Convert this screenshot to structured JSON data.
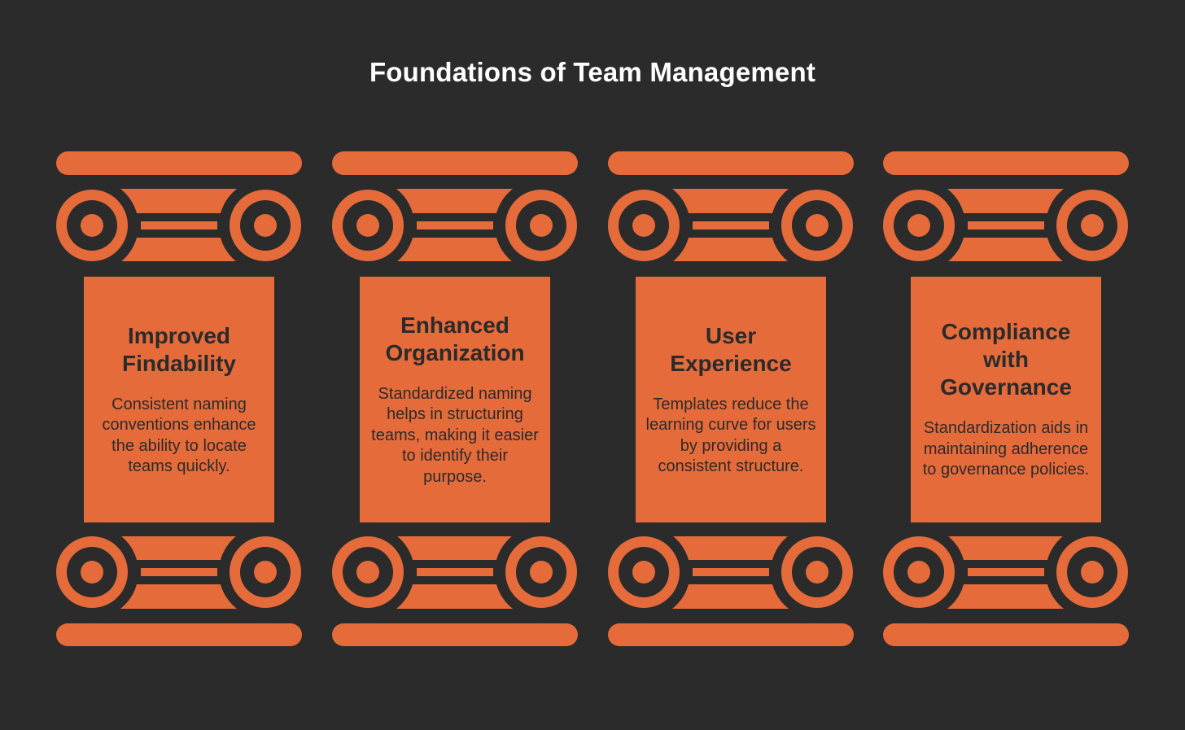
{
  "title": "Foundations of Team Management",
  "colors": {
    "background": "#2b2b2b",
    "accent": "#e56b3b",
    "title_text": "#ffffff",
    "body_text": "#2b2b2b"
  },
  "pillars": [
    {
      "heading": "Improved Findability",
      "description": "Consistent naming conventions enhance the ability to locate teams quickly."
    },
    {
      "heading": "Enhanced Organization",
      "description": "Standardized naming helps in structuring teams, making it easier to identify their purpose."
    },
    {
      "heading": "User Experience",
      "description": "Templates reduce the learning curve for users by providing a consistent structure."
    },
    {
      "heading": "Compliance with Governance",
      "description": "Standardization aids in maintaining adherence to governance policies."
    }
  ]
}
